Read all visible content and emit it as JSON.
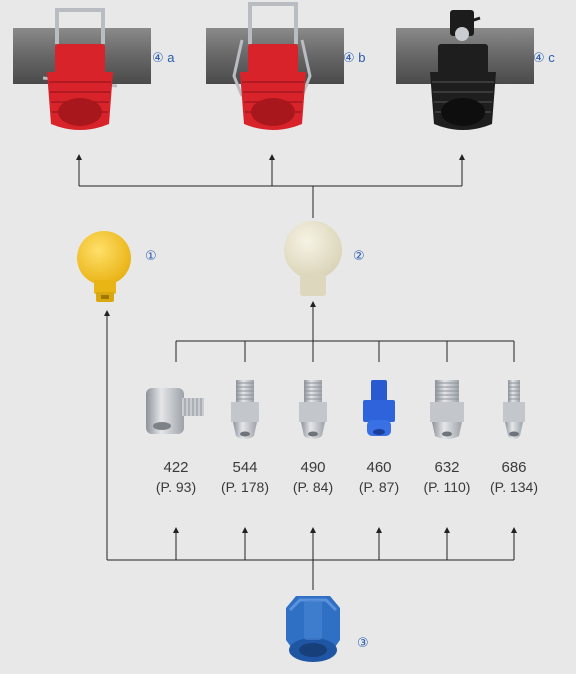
{
  "adapters": [
    {
      "id": "4a",
      "label": "④ a",
      "color": "#d8232a",
      "clip": "wire-clip",
      "name": "clip-adapter-red-a"
    },
    {
      "id": "4b",
      "label": "④ b",
      "color": "#d8232a",
      "clip": "wire-clip-tall",
      "name": "clip-adapter-red-b"
    },
    {
      "id": "4c",
      "label": "④ c",
      "color": "#1e1e1e",
      "clip": "screw-clamp",
      "name": "clip-adapter-black-c"
    }
  ],
  "ball_joints": [
    {
      "id": "1",
      "label": "①",
      "color": "#f2c21c",
      "name": "ball-joint-yellow"
    },
    {
      "id": "2",
      "label": "②",
      "color": "#e6e1c8",
      "name": "ball-joint-beige"
    }
  ],
  "nut": {
    "id": "3",
    "label": "③",
    "color": "#2f6fc4"
  },
  "nozzles": [
    {
      "code": "422",
      "page": "(P. 93)",
      "kind": "angled-metal"
    },
    {
      "code": "544",
      "page": "(P. 178)",
      "kind": "metal"
    },
    {
      "code": "490",
      "page": "(P. 84)",
      "kind": "metal"
    },
    {
      "code": "460",
      "page": "(P. 87)",
      "kind": "blue-plastic"
    },
    {
      "code": "632",
      "page": "(P. 110)",
      "kind": "metal-wide"
    },
    {
      "code": "686",
      "page": "(P. 134)",
      "kind": "metal-slim"
    }
  ],
  "colors": {
    "background": "#e8e8e8",
    "pipe": "#6b6b6b",
    "connector_line": "#222222",
    "label_blue": "#2a5bb0",
    "metal": "#b8bcc2"
  }
}
